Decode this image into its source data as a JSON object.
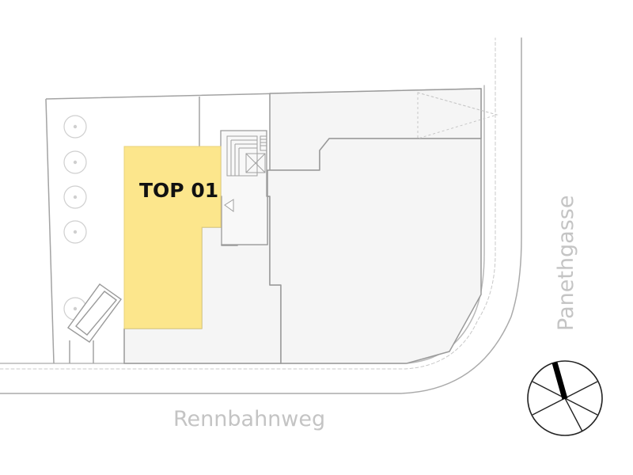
{
  "map": {
    "unit_label": "TOP 01",
    "streets": {
      "bottom": "Rennbahnweg",
      "right": "Panethgasse"
    },
    "colors": {
      "highlight_fill": "#fce68c",
      "building_fill": "#f5f5f5",
      "outline": "#9a9a9a",
      "street_text": "#c4c4c4",
      "compass": "#222222"
    },
    "icons": [
      "tree-icon",
      "compass-icon",
      "elevator-icon",
      "staircase-icon"
    ]
  }
}
